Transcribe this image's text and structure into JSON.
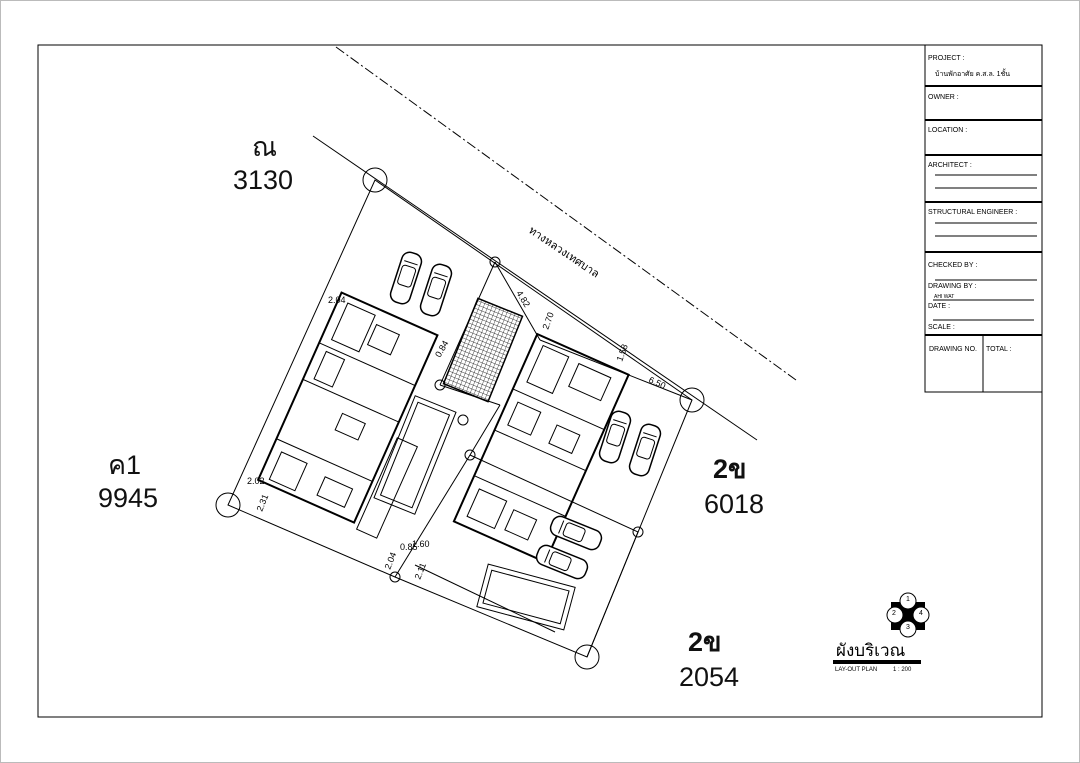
{
  "title_block": {
    "project_label": "PROJECT  :",
    "project_value": "บ้านพักอาศัย ค.ส.ล. 1ชั้น",
    "owner_label": "OWNER  :",
    "location_label": "LOCATION  :",
    "architect_label": "ARCHITECT  :",
    "structural_engineer_label": "STRUCTURAL  ENGINEER  :",
    "checked_by_label": "CHECKED BY  :",
    "drawing_by_label": "DRAWING BY  :",
    "drawing_by_value": "AHI  WAT",
    "date_label": "DATE  :",
    "scale_label": "SCALE  :",
    "drawing_no_label": "DRAWING NO.",
    "total_label": "TOTAL  :"
  },
  "plan": {
    "road_name": "ทางหลวงเทศบาล",
    "neighbors": [
      {
        "code": "ณ",
        "number": "3130"
      },
      {
        "code": "ค1",
        "number": "9945"
      },
      {
        "code": "2ข",
        "number": "6018"
      },
      {
        "code": "2ข",
        "number": "2054"
      }
    ],
    "dimensions": [
      "2.04",
      "0.84",
      "4.82",
      "2.70",
      "1.58",
      "6.50",
      "2.02",
      "2.31",
      "2.04",
      "0.85",
      "1.60",
      "2.11"
    ],
    "section_markers": [
      "1",
      "2",
      "3",
      "4"
    ],
    "caption_th": "ผังบริเวณ",
    "caption_en": "LAY-OUT PLAN",
    "scale": "1 : 200"
  }
}
